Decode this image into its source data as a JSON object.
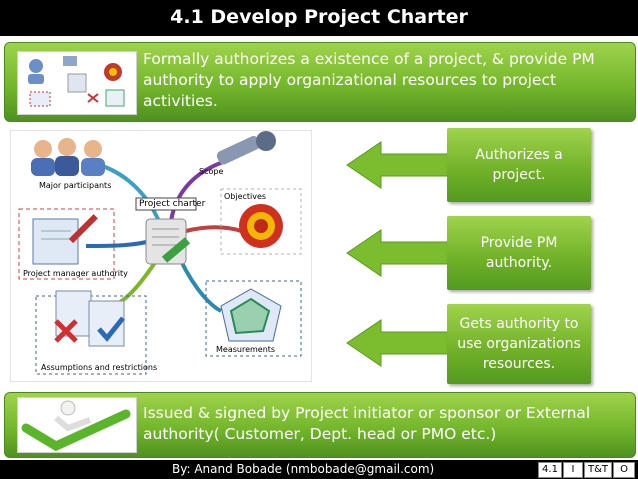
{
  "title": "4.1 Develop Project Charter",
  "top_banner": "Formally authorizes a existence of a project, & provide PM authority to apply organizational resources to project activities.",
  "diagram": {
    "major_participants": "Major participants",
    "scope": "Scope",
    "project_charter": "Project charter",
    "objectives": "Objectives",
    "pm_authority": "Project manager authority",
    "assumptions": "Assumptions and restrictions",
    "measurements": "Measurements"
  },
  "boxes": [
    {
      "text": "Authorizes a project."
    },
    {
      "text": "Provide PM authority."
    },
    {
      "text": "Gets authority to use organizations resources."
    }
  ],
  "bottom_banner": "Issued & signed by Project initiator or sponsor or External authority( Customer, Dept. head or PMO etc.)",
  "footer": {
    "by": "By: Anand Bobade (nmbobade@gmail.com)",
    "tags": [
      "4.1",
      "I",
      "T&T",
      "O"
    ]
  },
  "colors": {
    "green": "#74b72c",
    "dark": "#000000"
  }
}
